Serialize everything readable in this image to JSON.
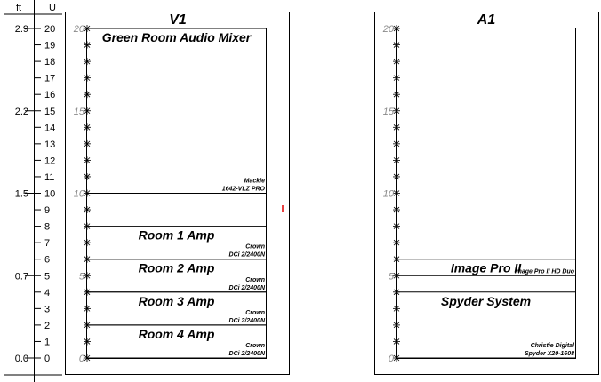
{
  "ruler": {
    "ft_label": "ft",
    "u_label": "U",
    "ft_ticks": [
      {
        "label": "2.9",
        "u": 20
      },
      {
        "label": "2.2",
        "u": 15
      },
      {
        "label": "1.5",
        "u": 10
      },
      {
        "label": "0.7",
        "u": 5
      },
      {
        "label": "0.0",
        "u": 0
      }
    ],
    "u_ticks": [
      "20",
      "19",
      "18",
      "17",
      "16",
      "15",
      "14",
      "13",
      "12",
      "11",
      "10",
      "9",
      "8",
      "7",
      "6",
      "5",
      "4",
      "3",
      "2",
      "1",
      "0"
    ]
  },
  "racks": [
    {
      "title": "V1",
      "total_u": 20,
      "scale_labels": [
        {
          "label": "20",
          "u": 20
        },
        {
          "label": "15",
          "u": 15
        },
        {
          "label": "10",
          "u": 10
        },
        {
          "label": "5",
          "u": 5
        },
        {
          "label": "0",
          "u": 0
        }
      ],
      "devices": [
        {
          "name": "Green Room Audio Mixer",
          "maker": "Mackie",
          "model": "1642-VLZ PRO",
          "top_u": 20,
          "bottom_u": 10
        },
        {
          "name": "Room 1 Amp",
          "maker": "Crown",
          "model": "DCi 2/2400N",
          "top_u": 8,
          "bottom_u": 6
        },
        {
          "name": "Room 2 Amp",
          "maker": "Crown",
          "model": "DCi 2/2400N",
          "top_u": 6,
          "bottom_u": 4
        },
        {
          "name": "Room 3 Amp",
          "maker": "Crown",
          "model": "DCi 2/2400N",
          "top_u": 4,
          "bottom_u": 2
        },
        {
          "name": "Room 4 Amp",
          "maker": "Crown",
          "model": "DCi 2/2400N",
          "top_u": 2,
          "bottom_u": 0
        }
      ]
    },
    {
      "title": "A1",
      "total_u": 20,
      "scale_labels": [
        {
          "label": "20",
          "u": 20
        },
        {
          "label": "15",
          "u": 15
        },
        {
          "label": "10",
          "u": 10
        },
        {
          "label": "5",
          "u": 5
        },
        {
          "label": "0",
          "u": 0
        }
      ],
      "devices": [
        {
          "name": "Image Pro II",
          "maker": "",
          "model": "Image Pro II HD Duo",
          "top_u": 6,
          "bottom_u": 5
        },
        {
          "name": "Spyder System",
          "maker": "Christie Digital",
          "model": "Spyder X20-1608",
          "top_u": 4,
          "bottom_u": 0
        }
      ]
    }
  ]
}
